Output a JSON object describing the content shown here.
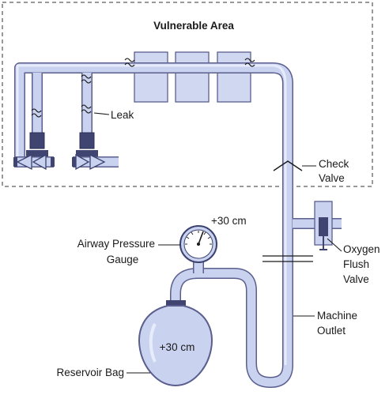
{
  "title": "Vulnerable Area",
  "labels": {
    "leak": "Leak",
    "check_valve_line1": "Check",
    "check_valve_line2": "Valve",
    "oxygen_line1": "Oxygen",
    "oxygen_line2": "Flush",
    "oxygen_line3": "Valve",
    "gauge_value": "+30 cm",
    "gauge_line1": "Airway Pressure",
    "gauge_line2": "Gauge",
    "outlet_line1": "Machine",
    "outlet_line2": "Outlet",
    "bag_value": "+30 cm",
    "bag_label": "Reservoir Bag"
  },
  "colors": {
    "pipe_fill": "#c9d2ef",
    "pipe_edge": "#5a5f8e",
    "valve_dark": "#3f4570",
    "flowmeter_fill": "#d0d8f1"
  },
  "icons": [
    "needle-valve-icon",
    "pressure-gauge-icon",
    "check-valve-icon",
    "oxygen-flush-valve-icon",
    "reservoir-bag-icon"
  ]
}
